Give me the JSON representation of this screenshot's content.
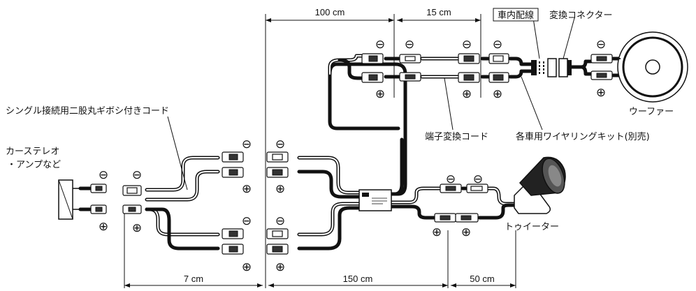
{
  "labels": {
    "car_stereo": "カーステレオ",
    "amp": "・アンプなど",
    "single_cord": "シングル接続用二股丸ギボシ付きコード",
    "in_car_wiring": "車内配線",
    "conversion_connector": "変換コネクター",
    "woofer": "ウーファー",
    "terminal_conversion_cord": "端子変換コード",
    "wiring_kit": "各車用ワイヤリングキット(別売)",
    "tweeter": "トゥイーター"
  },
  "dimensions": {
    "d100": "100 cm",
    "d15": "15 cm",
    "d7": "7 cm",
    "d150": "150 cm",
    "d50": "50 cm"
  },
  "symbols": {
    "minus": "⊖",
    "plus": "⊕"
  }
}
